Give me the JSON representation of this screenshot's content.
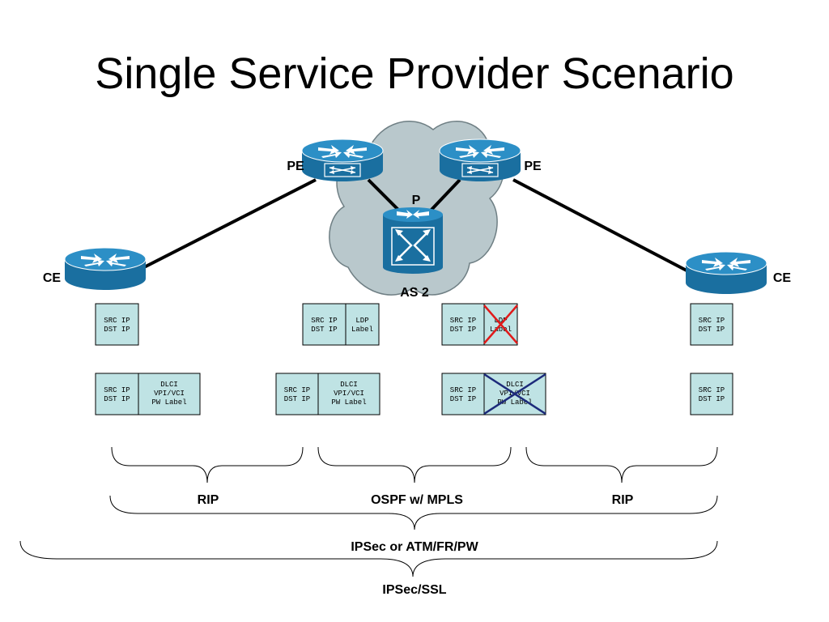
{
  "title": "Single Service Provider Scenario",
  "network": {
    "cloud_label": "AS 2",
    "nodes": {
      "pe_left": "PE",
      "pe_right": "PE",
      "p_core": "P",
      "ce_left": "CE",
      "ce_right": "CE"
    }
  },
  "packets": {
    "ip_fields": "SRC IP\nDST IP",
    "ldp_label": "LDP\nLabel",
    "l2_fields": "DLCI\nVPI/VCI\nPW Label"
  },
  "segments": {
    "left": "RIP",
    "middle": "OSPF w/ MPLS",
    "right": "RIP",
    "ce_to_ce": "IPSec or ATM/FR/PW",
    "end_to_end": "IPSec/SSL"
  },
  "colors": {
    "packet_fill": "#bfe3e4",
    "router_blue": "#1f7fb3",
    "cloud_fill": "#b9c8cc",
    "strike_red": "#e01a1a",
    "strike_blue": "#1c2a7a"
  },
  "icons": {
    "router": "router-icon",
    "switch": "label-switch-router-icon",
    "cloud": "provider-cloud"
  }
}
